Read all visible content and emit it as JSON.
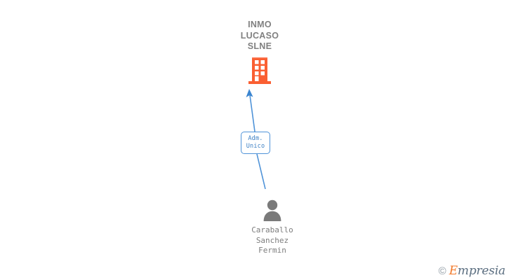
{
  "diagram": {
    "title": "INMO LUCASO SLNE",
    "type": "org-relationship-chart",
    "background_color": "#ffffff"
  },
  "company": {
    "name": "INMO\nLUCASO\nSLNE",
    "name_flat": "INMO LUCASO SLNE",
    "icon": "building-icon",
    "icon_color": "#fa5f32",
    "text_color": "#808080"
  },
  "relation": {
    "label": "Adm.\nUnico",
    "label_flat": "Adm. Unico",
    "border_color": "#4f93d8",
    "text_color": "#3b7fc4"
  },
  "person": {
    "name": "Caraballo\nSanchez\nFermin",
    "name_flat": "Caraballo Sanchez Fermin",
    "icon": "person-icon",
    "icon_color": "#7a7a7a",
    "text_color": "#7d7d7d"
  },
  "connector": {
    "color": "#4f93d8",
    "direction": "person-to-company",
    "arrowhead": "up"
  },
  "watermark": {
    "copyright": "©",
    "brand_initial": "E",
    "brand_rest": "mpresia",
    "brand": "Empresia",
    "initial_color": "#f2792a",
    "rest_color": "#5b6e80"
  }
}
